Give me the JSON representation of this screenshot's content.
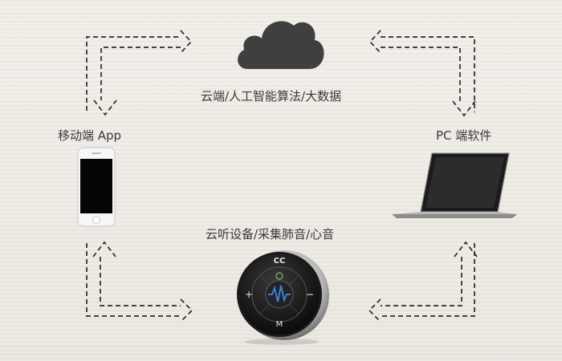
{
  "labels": {
    "cloud": "云端/人工智能算法/大数据",
    "mobile": "移动端 App",
    "pc": "PC 端软件",
    "stethoscope": "云听设备/采集肺音/心音"
  },
  "devices": {
    "cloud": "cloud-icon",
    "phone": "smartphone-icon",
    "laptop": "laptop-icon",
    "stethoscope": "stethoscope-device-icon"
  },
  "stethoscope_device": {
    "brand": "CC",
    "buttons": [
      "+",
      "−",
      "M"
    ]
  },
  "colors": {
    "text": "#3a3a3a",
    "arrow": "#2b2b2b",
    "cloud": "#3f3f3f",
    "accent": "#3d7fd6"
  }
}
